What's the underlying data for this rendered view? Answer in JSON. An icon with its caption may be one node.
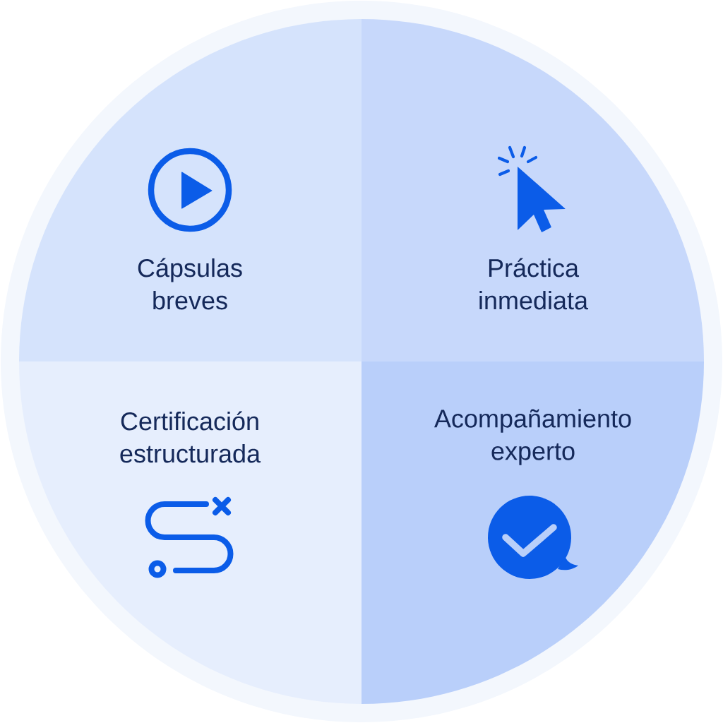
{
  "diagram": {
    "nodes": [
      {
        "text": [
          "Cápsulas breves"
        ]
      },
      {
        "text": [
          "Práctica inmediata"
        ]
      },
      {
        "text": [
          "Certificación estructurada"
        ]
      },
      {
        "text": [
          "Acompañamiento experto"
        ]
      }
    ]
  }
}
